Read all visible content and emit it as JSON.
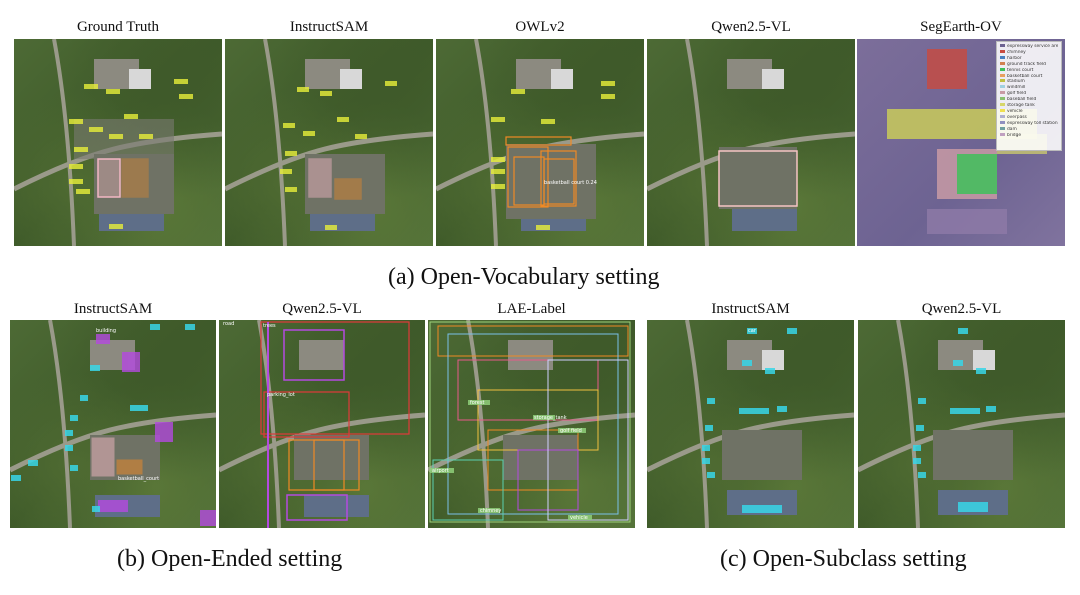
{
  "row_a": {
    "titles": [
      "Ground Truth",
      "InstructSAM",
      "OWLv2",
      "Qwen2.5-VL",
      "SegEarth-OV"
    ],
    "caption": "(a) Open-Vocabulary setting"
  },
  "row_b": {
    "titles": [
      "InstructSAM",
      "Qwen2.5-VL",
      "LAE-Label"
    ],
    "caption": "(b) Open-Ended setting"
  },
  "row_c": {
    "titles": [
      "InstructSAM",
      "Qwen2.5-VL"
    ],
    "caption": "(c) Open-Subclass setting"
  },
  "legend_items": [
    "expressway service area",
    "chimney",
    "harbor",
    "ground track field",
    "tennis court",
    "basketball court",
    "stadium",
    "windmill",
    "golf field",
    "baseball field",
    "storage tank",
    "vehicle",
    "overpass",
    "expressway toll station",
    "dam",
    "bridge"
  ],
  "labels": {
    "basketball_court_space": "basketball court",
    "basketball_court": "basketball_court",
    "tennis_court": "tennis court",
    "building": "building",
    "car": "car",
    "parking_lot": "parking_lot",
    "road": "road",
    "trees": "trees",
    "forest": "forest",
    "vehicle": "vehicle",
    "storage_tank": "storage_tank",
    "airport": "airport",
    "chimney": "chimney",
    "golf_field": "golf field",
    "basketball_court_score": "basketball court 0.24"
  },
  "colors": {
    "vehicle_box": "#e8ef3a",
    "court_pink": "#f3b8c4",
    "court_orange": "#f08a24",
    "car_cyan": "#38d6e8",
    "building_purple": "#b44ae0",
    "parking_red": "#e03a3a"
  }
}
